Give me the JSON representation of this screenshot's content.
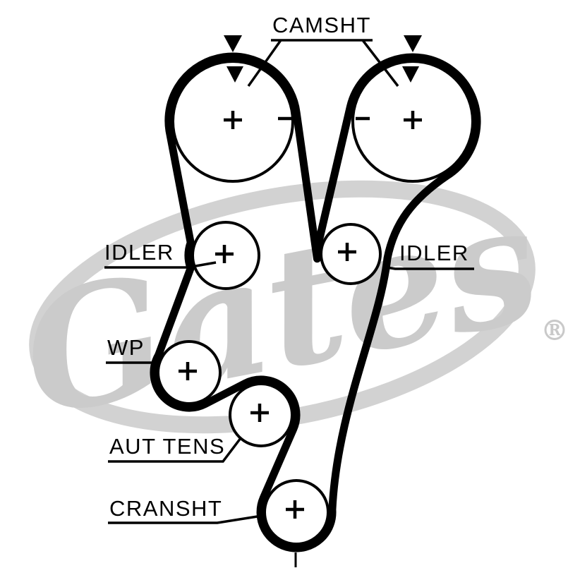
{
  "figure": {
    "type": "timing-belt-routing-diagram",
    "description": "Engine timing belt routing with camshafts, idlers, water pump, automatic tensioner and crankshaft"
  },
  "watermark": {
    "brand": "Gates",
    "registered": "®",
    "color": "#cccccc"
  },
  "colors": {
    "background": "#ffffff",
    "belt": "#000000",
    "line": "#000000",
    "watermark_ellipse": "#d2d2d2"
  },
  "labels": {
    "camshaft": "CAMSHT",
    "idler_left": "IDLER",
    "idler_right": "IDLER",
    "water_pump": "WP",
    "tensioner": "AUT TENS",
    "crankshaft": "CRANSHT"
  },
  "pulleys": [
    {
      "id": "camshaft-left",
      "label": "CAMSHT",
      "center_mark": "+",
      "timing_mark": "-",
      "arrows": 2
    },
    {
      "id": "camshaft-right",
      "label": "CAMSHT",
      "center_mark": "+",
      "timing_mark": "-",
      "arrows": 2
    },
    {
      "id": "idler-left",
      "label": "IDLER",
      "center_mark": "+"
    },
    {
      "id": "idler-right",
      "label": "IDLER",
      "center_mark": "+"
    },
    {
      "id": "water-pump",
      "label": "WP",
      "center_mark": "+"
    },
    {
      "id": "auto-tensioner",
      "label": "AUT TENS",
      "center_mark": "+"
    },
    {
      "id": "crankshaft",
      "label": "CRANSHT",
      "center_mark": "+"
    }
  ]
}
